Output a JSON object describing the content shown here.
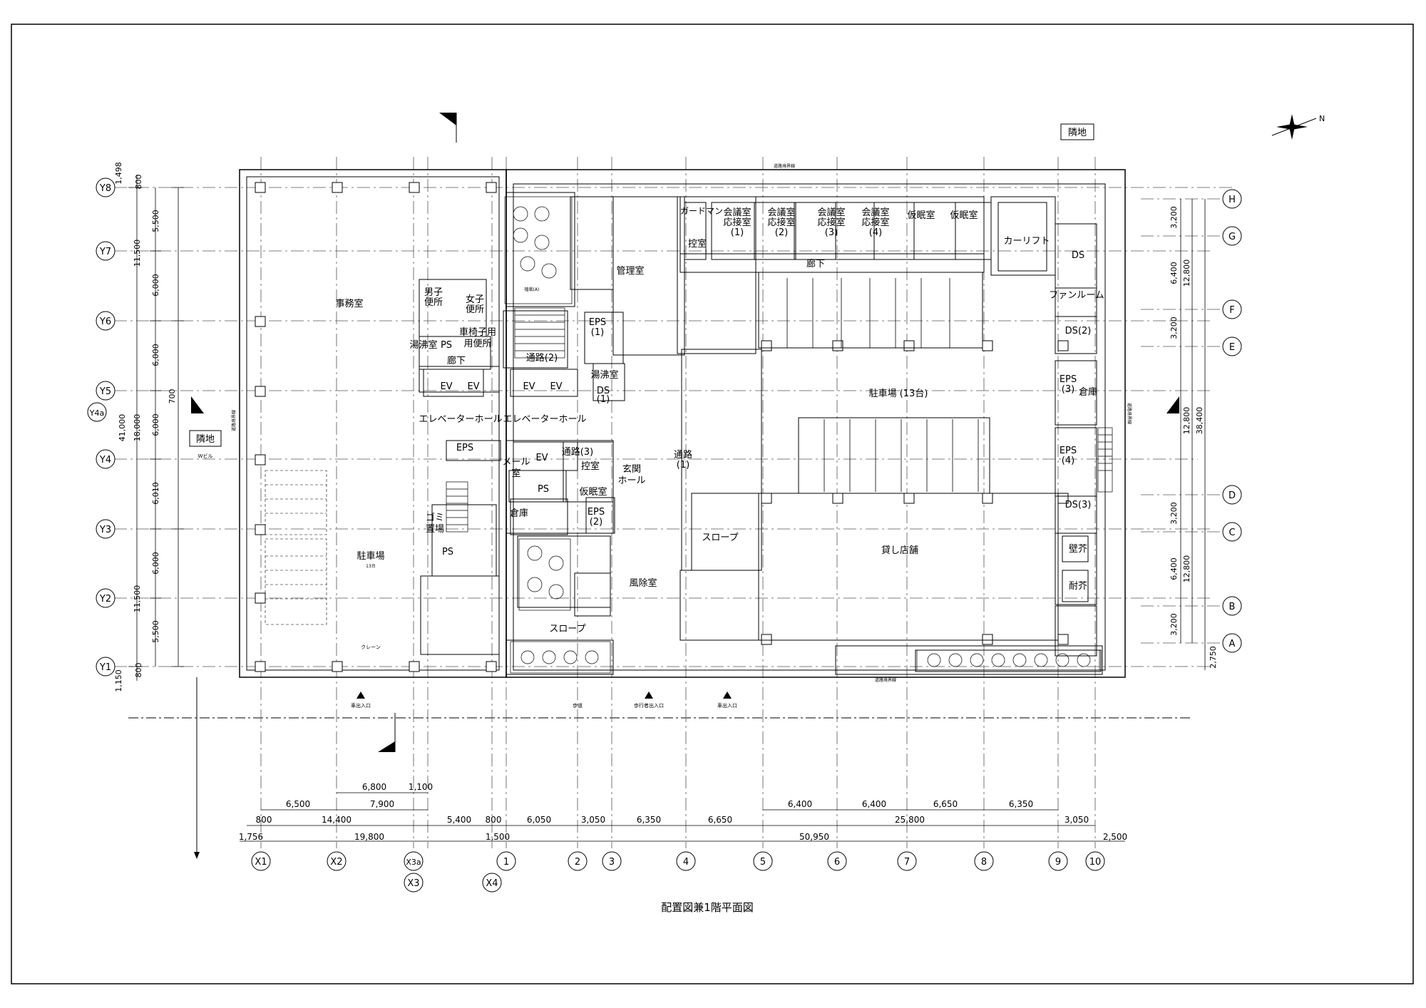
{
  "drawing_title": "配置図兼1階平面図",
  "neighbor_labels": {
    "north": "隣地",
    "west": "隣地",
    "west_building": "Wビル"
  },
  "road_boundary_labels": {
    "top": "道路境界線",
    "bottom": "道路境界線",
    "right": "道路境界線",
    "left": "道路境界線"
  },
  "entrances": {
    "car_left": "車出入口",
    "walkway": "歩道",
    "pedestrian": "歩行者出入口",
    "car_right": "車出入口"
  },
  "grid_y": {
    "labels": [
      "Y8",
      "Y7",
      "Y6",
      "Y5",
      "Y4a",
      "Y4",
      "Y3",
      "Y2",
      "Y1"
    ],
    "dims_inner": [
      "1,498",
      "800",
      "5,500",
      "6,000",
      "6,000",
      "6,000",
      "6,010",
      "6,000",
      "5,500",
      "800",
      "1,150"
    ],
    "dims_mid": [
      "11,500",
      "18,000",
      "11,500"
    ],
    "dim_700": "700",
    "dim_total": "41,000"
  },
  "grid_right": {
    "labels": [
      "H",
      "G",
      "F",
      "E",
      "D",
      "C",
      "B",
      "A"
    ],
    "dims_inner": [
      "3,200",
      "6,400",
      "3,200",
      "3,200",
      "6,400",
      "3,200",
      "2,750"
    ],
    "dims_mid": [
      "12,800",
      "12,800",
      "12,800"
    ],
    "dim_total": "38,400"
  },
  "grid_x": {
    "labels": [
      "X1",
      "X2",
      "X3a",
      "X3",
      "X4",
      "1",
      "2",
      "3",
      "4",
      "5",
      "6",
      "7",
      "8",
      "9",
      "10"
    ],
    "dims_row1": [
      "6,800",
      "1,100"
    ],
    "dims_row2": [
      "6,500",
      "7,900"
    ],
    "dims_row2_right": [
      "6,050",
      "3,050",
      "6,350",
      "6,650"
    ],
    "dims_row2b": [
      "6,400",
      "6,400",
      "6,650",
      "6,350"
    ],
    "dims_row3": [
      "800",
      "14,400",
      "5,400",
      "800",
      "25,800",
      "3,050"
    ],
    "dims_row4": [
      "1,756",
      "19,800",
      "1,500",
      "50,950",
      "2,500"
    ]
  },
  "rooms": {
    "office": "事務室",
    "mens_wc_1": "男子",
    "mens_wc_2": "便所",
    "womens_wc_1": "女子",
    "womens_wc_2": "便所",
    "kitchenette_left": "湯沸室",
    "ps_left": "PS",
    "accessible_wc_1": "車椅子用",
    "accessible_wc_2": "用便所",
    "corridor_left": "廊下",
    "ev1": "EV",
    "ev2": "EV",
    "ev3": "EV",
    "ev4": "EV",
    "elevator_hall_left": "エレベーターホール",
    "elevator_hall_right": "エレベーターホール",
    "eps_main": "EPS",
    "garbage_1": "ゴミ",
    "garbage_2": "置場",
    "ps_garbage": "PS",
    "parking_left": "駐車場",
    "parking_left_sub": "13台",
    "mail_1": "メール",
    "mail_2": "室",
    "ev_small": "EV",
    "ps_small": "PS",
    "passage3": "通路(3)",
    "waiting_small": "控室",
    "nap_small": "仮眠室",
    "storage_left": "倉庫",
    "eps2_1": "EPS",
    "eps2_2": "(2)",
    "passage2": "通路(2)",
    "eps1_1": "EPS",
    "eps1_2": "(1)",
    "kitchenette_center": "湯沸室",
    "ds1_1": "DS",
    "ds1_2": "(1)",
    "management": "管理室",
    "lobby_1": "玄関",
    "lobby_2": "ホール",
    "passage1_1": "通路",
    "passage1_2": "(1)",
    "slope_center": "スロープ",
    "slope_bottom": "スロープ",
    "windbreak": "風除室",
    "guardman": "ガードマン",
    "waiting_top": "控室",
    "meeting1_1": "会議室",
    "meeting1_2": "応接室",
    "meeting1_3": "(1)",
    "meeting2_1": "会議室",
    "meeting2_2": "応接室",
    "meeting2_3": "(2)",
    "meeting3_1": "会議室",
    "meeting3_2": "応接室",
    "meeting3_3": "(3)",
    "meeting4_1": "会議室",
    "meeting4_2": "応接室",
    "meeting4_3": "(4)",
    "nap1": "仮眠室",
    "nap2": "仮眠室",
    "car_lift": "カーリフト",
    "ds_top": "DS",
    "fan_room": "ファンルーム",
    "ds2": "DS(2)",
    "eps3_1": "EPS",
    "eps3_2": "(3)",
    "storage_right": "倉庫",
    "eps4_1": "EPS",
    "eps4_2": "(4)",
    "ds3": "DS(3)",
    "wall_1": "壁芥",
    "wall_2": "耐芥",
    "corridor_top": "廊下",
    "parking_main": "駐車場 (13台)",
    "retail": "貸し店舗",
    "planting": "植栽(A)",
    "crane": "クレーン"
  },
  "compass_letter": "N"
}
